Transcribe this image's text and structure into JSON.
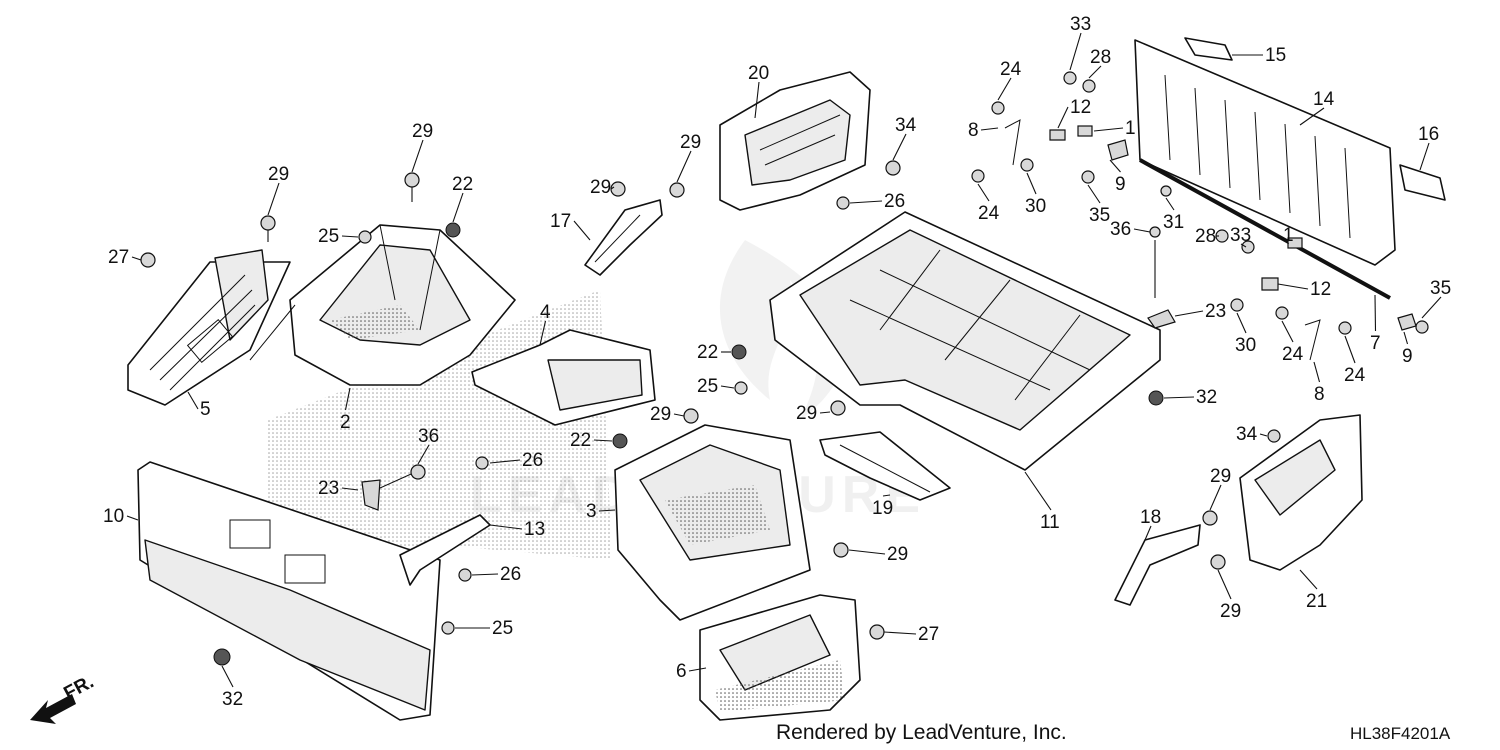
{
  "diagram": {
    "footer_credit": "Rendered by LeadVenture, Inc.",
    "diagram_code": "HL38F4201A",
    "front_indicator": "FR.",
    "watermark": "LEADVENTURE"
  },
  "parts": [
    {
      "ref": "1",
      "name": "part-1"
    },
    {
      "ref": "2",
      "name": "part-2"
    },
    {
      "ref": "3",
      "name": "part-3"
    },
    {
      "ref": "4",
      "name": "part-4"
    },
    {
      "ref": "5",
      "name": "part-5"
    },
    {
      "ref": "6",
      "name": "part-6"
    },
    {
      "ref": "7",
      "name": "part-7"
    },
    {
      "ref": "8",
      "name": "part-8"
    },
    {
      "ref": "9",
      "name": "part-9"
    },
    {
      "ref": "10",
      "name": "part-10"
    },
    {
      "ref": "11",
      "name": "part-11"
    },
    {
      "ref": "12",
      "name": "part-12"
    },
    {
      "ref": "13",
      "name": "part-13"
    },
    {
      "ref": "14",
      "name": "part-14"
    },
    {
      "ref": "15",
      "name": "part-15"
    },
    {
      "ref": "16",
      "name": "part-16"
    },
    {
      "ref": "17",
      "name": "part-17"
    },
    {
      "ref": "18",
      "name": "part-18"
    },
    {
      "ref": "19",
      "name": "part-19"
    },
    {
      "ref": "20",
      "name": "part-20"
    },
    {
      "ref": "21",
      "name": "part-21"
    },
    {
      "ref": "22",
      "name": "part-22"
    },
    {
      "ref": "23",
      "name": "part-23"
    },
    {
      "ref": "24",
      "name": "part-24"
    },
    {
      "ref": "25",
      "name": "part-25"
    },
    {
      "ref": "26",
      "name": "part-26"
    },
    {
      "ref": "27",
      "name": "part-27"
    },
    {
      "ref": "28",
      "name": "part-28"
    },
    {
      "ref": "29",
      "name": "part-29"
    },
    {
      "ref": "30",
      "name": "part-30"
    },
    {
      "ref": "31",
      "name": "part-31"
    },
    {
      "ref": "32",
      "name": "part-32"
    },
    {
      "ref": "33",
      "name": "part-33"
    },
    {
      "ref": "34",
      "name": "part-34"
    },
    {
      "ref": "35",
      "name": "part-35"
    },
    {
      "ref": "36",
      "name": "part-36"
    }
  ]
}
